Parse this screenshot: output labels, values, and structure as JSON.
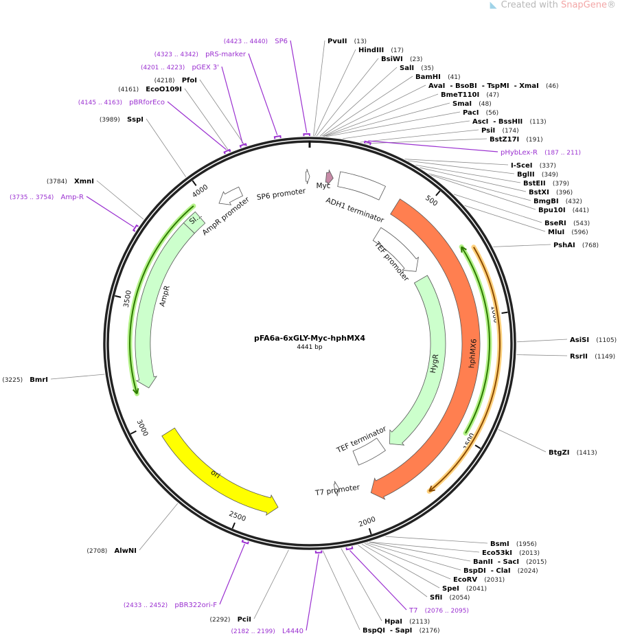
{
  "branding": {
    "prefix": "Created with ",
    "brand": "SnapGene",
    "suffix": "®"
  },
  "plasmid": {
    "name": "pFA6a-6xGLY-Myc-hphMX4",
    "length_label": "4441 bp",
    "length": 4441
  },
  "ticks": [
    "500",
    "1000",
    "1500",
    "2000",
    "2500",
    "3000",
    "3500",
    "4000"
  ],
  "features": [
    {
      "label": "SP6 promoter",
      "start": 4425,
      "end": 4441,
      "dir": "cw",
      "color": "#ffffff",
      "radius": 243,
      "width": 14
    },
    {
      "label": "Myc",
      "start": 70,
      "end": 100,
      "dir": "cw",
      "color": "#c78ba7",
      "radius": 243,
      "width": 14
    },
    {
      "label": "ADH1 terminator",
      "start": 125,
      "end": 318,
      "dir": "none",
      "color": "#ffffff",
      "radius": 243,
      "width": 22
    },
    {
      "label": "AmpR promoter",
      "start": 4035,
      "end": 4140,
      "dir": "ccw",
      "color": "#ffffff",
      "radius": 243,
      "width": 14
    },
    {
      "label": "AmpR",
      "start": 3140,
      "end": 3870,
      "dir": "ccw",
      "color": "#ccffcc",
      "radius": 243,
      "width": 22
    },
    {
      "label": "Sl...",
      "start": 3870,
      "end": 3935,
      "dir": "none",
      "color": "#ccffcc",
      "radius": 243,
      "width": 22
    },
    {
      "label": "TEF promoter",
      "start": 390,
      "end": 690,
      "dir": "cw",
      "color": "#ffffff",
      "radius": 187,
      "width": 22
    },
    {
      "label": "HygR",
      "start": 740,
      "end": 1745,
      "dir": "cw",
      "color": "#ccffcc",
      "radius": 187,
      "width": 22
    },
    {
      "label": "TEF terminator",
      "start": 1785,
      "end": 1950,
      "dir": "none",
      "color": "#ffffff",
      "radius": 180,
      "width": 22
    },
    {
      "label": "hphMX6",
      "start": 395,
      "end": 1945,
      "dir": "cw",
      "color": "#ff7f50",
      "radius": 235,
      "width": 26
    },
    {
      "label": "ori",
      "start": 2355,
      "end": 2935,
      "dir": "ccw",
      "color": "#ffff00",
      "radius": 243,
      "width": 22
    },
    {
      "label": "T7 promoter",
      "start": 2080,
      "end": 2100,
      "dir": "ccw",
      "color": "#ffffff",
      "radius": 215,
      "width": 14
    }
  ],
  "tracks": [
    {
      "start": 3130,
      "end": 3945,
      "dir": "ccw",
      "color": "#2d7a00",
      "glow": "#b5f28a",
      "radius": 262
    },
    {
      "start": 710,
      "end": 1480,
      "dir": "ccw",
      "color": "#2d7a00",
      "glow": "#b5f28a",
      "radius": 262
    },
    {
      "start": 735,
      "end": 1740,
      "dir": "cw",
      "color": "#8a4a00",
      "glow": "#ffd27f",
      "radius": 277
    }
  ],
  "sites": [
    {
      "name": "PvuII",
      "pos": "13",
      "bp": 13
    },
    {
      "name": "HindIII",
      "pos": "17",
      "bp": 17
    },
    {
      "name": "BsiWI",
      "pos": "23",
      "bp": 23
    },
    {
      "name": "SalI",
      "pos": "35",
      "bp": 35
    },
    {
      "name": "BamHI",
      "pos": "41",
      "bp": 41
    },
    {
      "name": "AvaI  - BsoBI  - TspMI  - XmaI",
      "pos": "46",
      "bp": 46
    },
    {
      "name": "BmeT110I",
      "pos": "47",
      "bp": 47
    },
    {
      "name": "SmaI",
      "pos": "48",
      "bp": 48
    },
    {
      "name": "PacI",
      "pos": "56",
      "bp": 56
    },
    {
      "name": "AscI  - BssHII",
      "pos": "113",
      "bp": 113
    },
    {
      "name": "PsiI",
      "pos": "174",
      "bp": 174
    },
    {
      "name": "BstZ17I",
      "pos": "191",
      "bp": 191
    },
    {
      "name": "I-SceI",
      "pos": "337",
      "bp": 337
    },
    {
      "name": "BglII",
      "pos": "349",
      "bp": 349
    },
    {
      "name": "BstEII",
      "pos": "379",
      "bp": 379
    },
    {
      "name": "BstXI",
      "pos": "396",
      "bp": 396
    },
    {
      "name": "BmgBI",
      "pos": "432",
      "bp": 432
    },
    {
      "name": "Bpu10I",
      "pos": "441",
      "bp": 441
    },
    {
      "name": "BseRI",
      "pos": "543",
      "bp": 543
    },
    {
      "name": "MluI",
      "pos": "596",
      "bp": 596
    },
    {
      "name": "PshAI",
      "pos": "768",
      "bp": 768
    },
    {
      "name": "AsiSI",
      "pos": "1105",
      "bp": 1105
    },
    {
      "name": "RsrII",
      "pos": "1149",
      "bp": 1149
    },
    {
      "name": "BtgZI",
      "pos": "1413",
      "bp": 1413
    },
    {
      "name": "BsmI",
      "pos": "1956",
      "bp": 1956
    },
    {
      "name": "Eco53kI",
      "pos": "2013",
      "bp": 2013
    },
    {
      "name": "BanII  - SacI",
      "pos": "2015",
      "bp": 2015
    },
    {
      "name": "BspDI  - ClaI",
      "pos": "2024",
      "bp": 2024
    },
    {
      "name": "EcoRV",
      "pos": "2031",
      "bp": 2031
    },
    {
      "name": "SpeI",
      "pos": "2041",
      "bp": 2041
    },
    {
      "name": "SfiI",
      "pos": "2054",
      "bp": 2054
    },
    {
      "name": "HpaI",
      "pos": "2113",
      "bp": 2113
    },
    {
      "name": "BspQI  - SapI",
      "pos": "2176",
      "bp": 2176
    },
    {
      "name": "PciI",
      "pos": "2292",
      "bp": 2292
    },
    {
      "name": "AlwNI",
      "pos": "2708",
      "bp": 2708
    },
    {
      "name": "BmrI",
      "pos": "3225",
      "bp": 3225
    },
    {
      "name": "XmnI",
      "pos": "3784",
      "bp": 3784
    },
    {
      "name": "SspI",
      "pos": "3989",
      "bp": 3989
    },
    {
      "name": "EcoO109I",
      "pos": "4161",
      "bp": 4161
    },
    {
      "name": "PfoI",
      "pos": "4218",
      "bp": 4218
    }
  ],
  "primers": [
    {
      "name": "pHybLex-R",
      "range": "187 .. 211",
      "bp": 199
    },
    {
      "name": "T7",
      "range": "2076 .. 2095",
      "bp": 2085
    },
    {
      "name": "L4440",
      "range": "2182 .. 2199",
      "bp": 2190
    },
    {
      "name": "pBR322ori-F",
      "range": "2433 .. 2452",
      "bp": 2442
    },
    {
      "name": "Amp-R",
      "range": "3735 .. 3754",
      "bp": 3744
    },
    {
      "name": "pBRforEco",
      "range": "4145 .. 4163",
      "bp": 4154
    },
    {
      "name": "pGEX 3'",
      "range": "4201 .. 4223",
      "bp": 4212
    },
    {
      "name": "pRS-marker",
      "range": "4323 .. 4342",
      "bp": 4332
    },
    {
      "name": "SP6",
      "range": "4423 .. 4440",
      "bp": 4431
    }
  ],
  "colors": {
    "backbone": "#222222",
    "site_line": "#888888",
    "primer": "#9a2fd0"
  }
}
